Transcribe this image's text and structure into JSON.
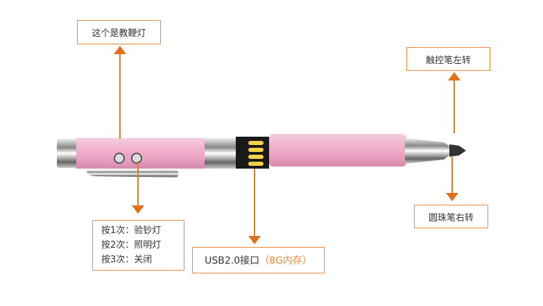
{
  "labels": {
    "laser_pointer": "这个是教鞭灯",
    "stylus_left": "触控笔左转",
    "ballpoint_right": "圆珠笔右转",
    "button_modes": [
      "按1次：验钞灯",
      "按2次：照明灯",
      "按3次：关闭"
    ],
    "usb_prefix": "USB2.0接口",
    "usb_capacity": "（8G内存）"
  },
  "colors": {
    "accent": "#e0701a",
    "pen_pink": "#eeaac8"
  }
}
